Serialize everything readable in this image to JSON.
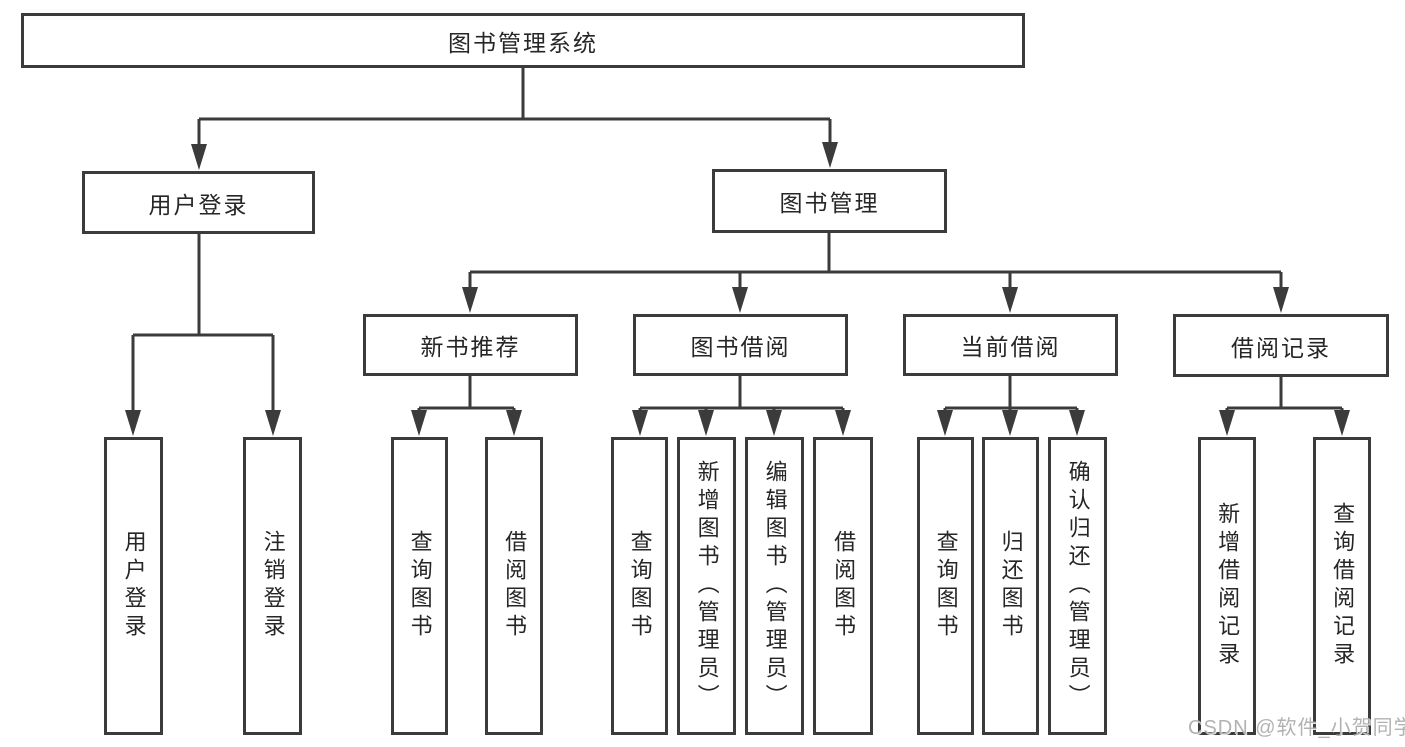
{
  "diagram": {
    "root": {
      "label": "图书管理系统"
    },
    "branches": [
      {
        "label": "用户登录",
        "leaves": [
          {
            "label": "用户登录"
          },
          {
            "label": "注销登录"
          }
        ]
      },
      {
        "label": "图书管理",
        "groups": [
          {
            "label": "新书推荐",
            "leaves": [
              {
                "label": "查询图书"
              },
              {
                "label": "借阅图书"
              }
            ]
          },
          {
            "label": "图书借阅",
            "leaves": [
              {
                "label": "查询图书"
              },
              {
                "label": "新增图书（管理员）"
              },
              {
                "label": "编辑图书（管理员）"
              },
              {
                "label": "借阅图书"
              }
            ]
          },
          {
            "label": "当前借阅",
            "leaves": [
              {
                "label": "查询图书"
              },
              {
                "label": "归还图书"
              },
              {
                "label": "确认归还（管理员）"
              }
            ]
          },
          {
            "label": "借阅记录",
            "leaves": [
              {
                "label": "新增借阅记录"
              },
              {
                "label": "查询借阅记录"
              }
            ]
          }
        ]
      }
    ]
  },
  "watermark": {
    "text": "CSDN @软件_小贺同学"
  },
  "colors": {
    "line": "#3b3b3b",
    "text": "#262626",
    "background": "#ffffff",
    "watermark": "#b2b2b2"
  }
}
